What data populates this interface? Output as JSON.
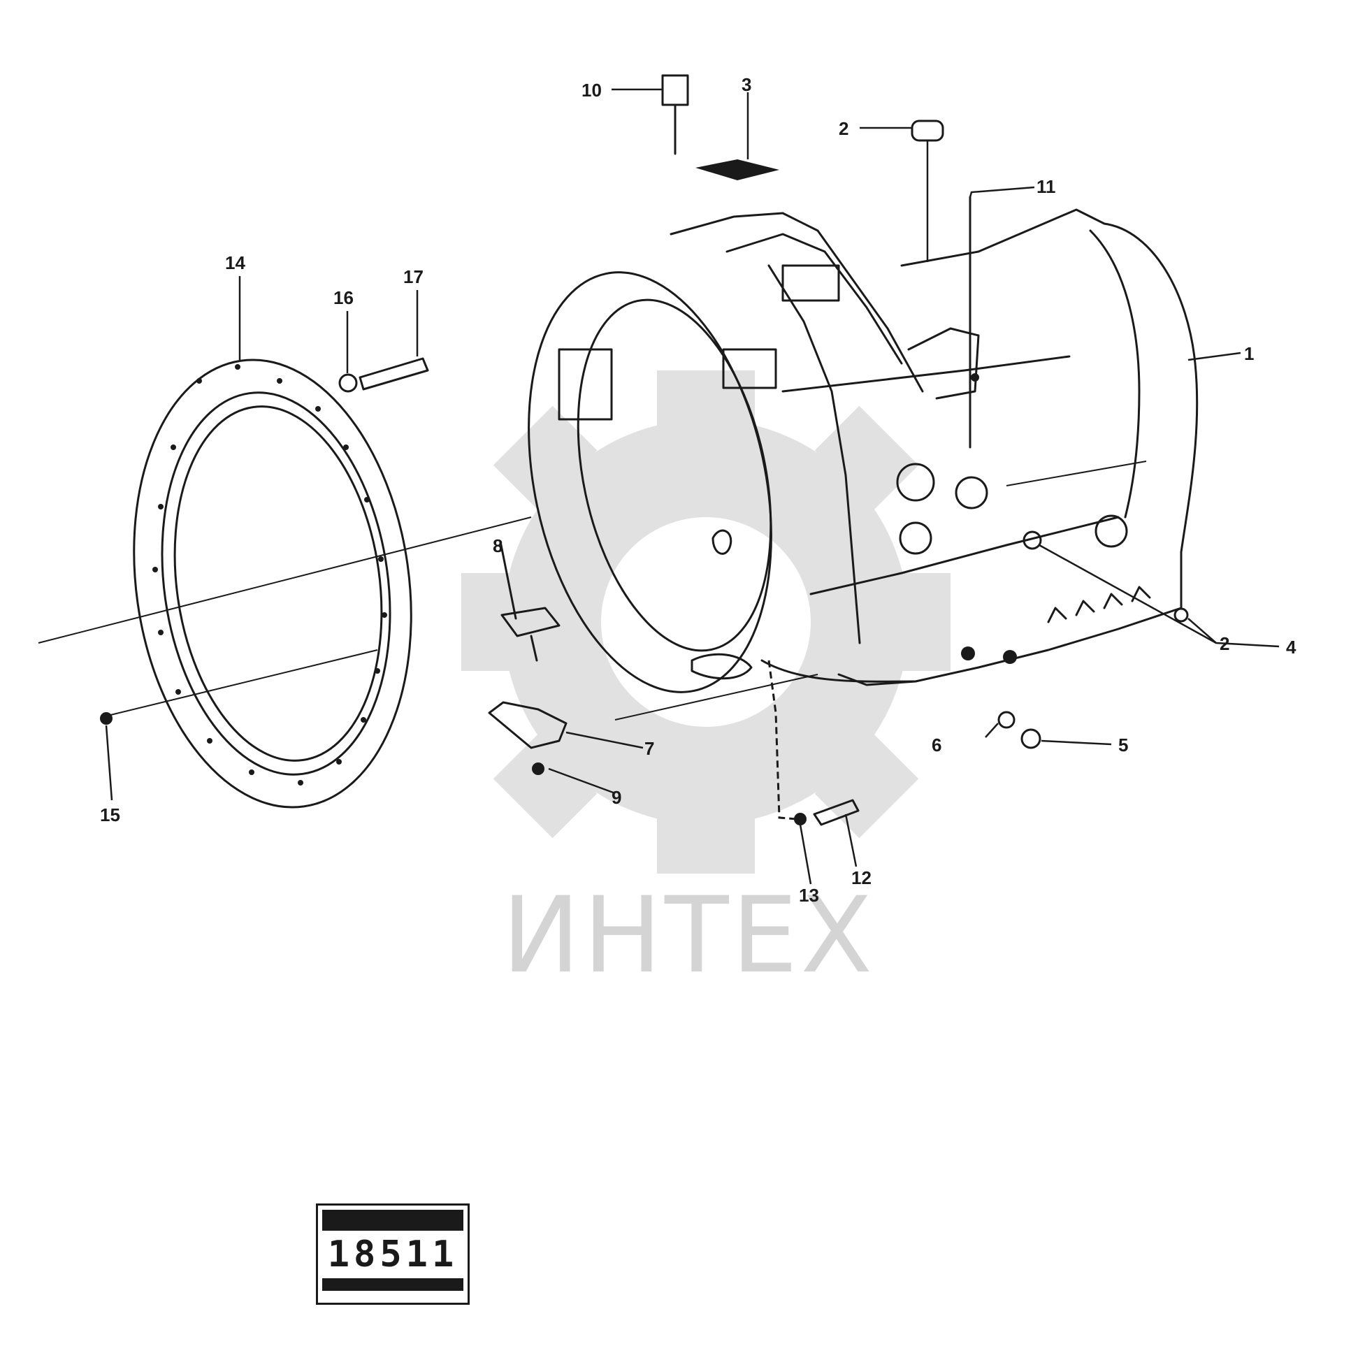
{
  "callouts": {
    "c1": "1",
    "c2": "2",
    "c3": "3",
    "c4": "4",
    "c5": "5",
    "c6": "6",
    "c7": "7",
    "c8": "8",
    "c9": "9",
    "c10": "10",
    "c11": "11",
    "c12": "12",
    "c13": "13",
    "c14": "14",
    "c15": "15",
    "c16": "16",
    "c17": "17"
  },
  "watermark": {
    "text": "ИНТЕХ"
  },
  "label": {
    "number": "18511"
  },
  "colors": {
    "line": "#1a1a1a",
    "watermark": "#d4d4d4",
    "background": "#ffffff"
  }
}
